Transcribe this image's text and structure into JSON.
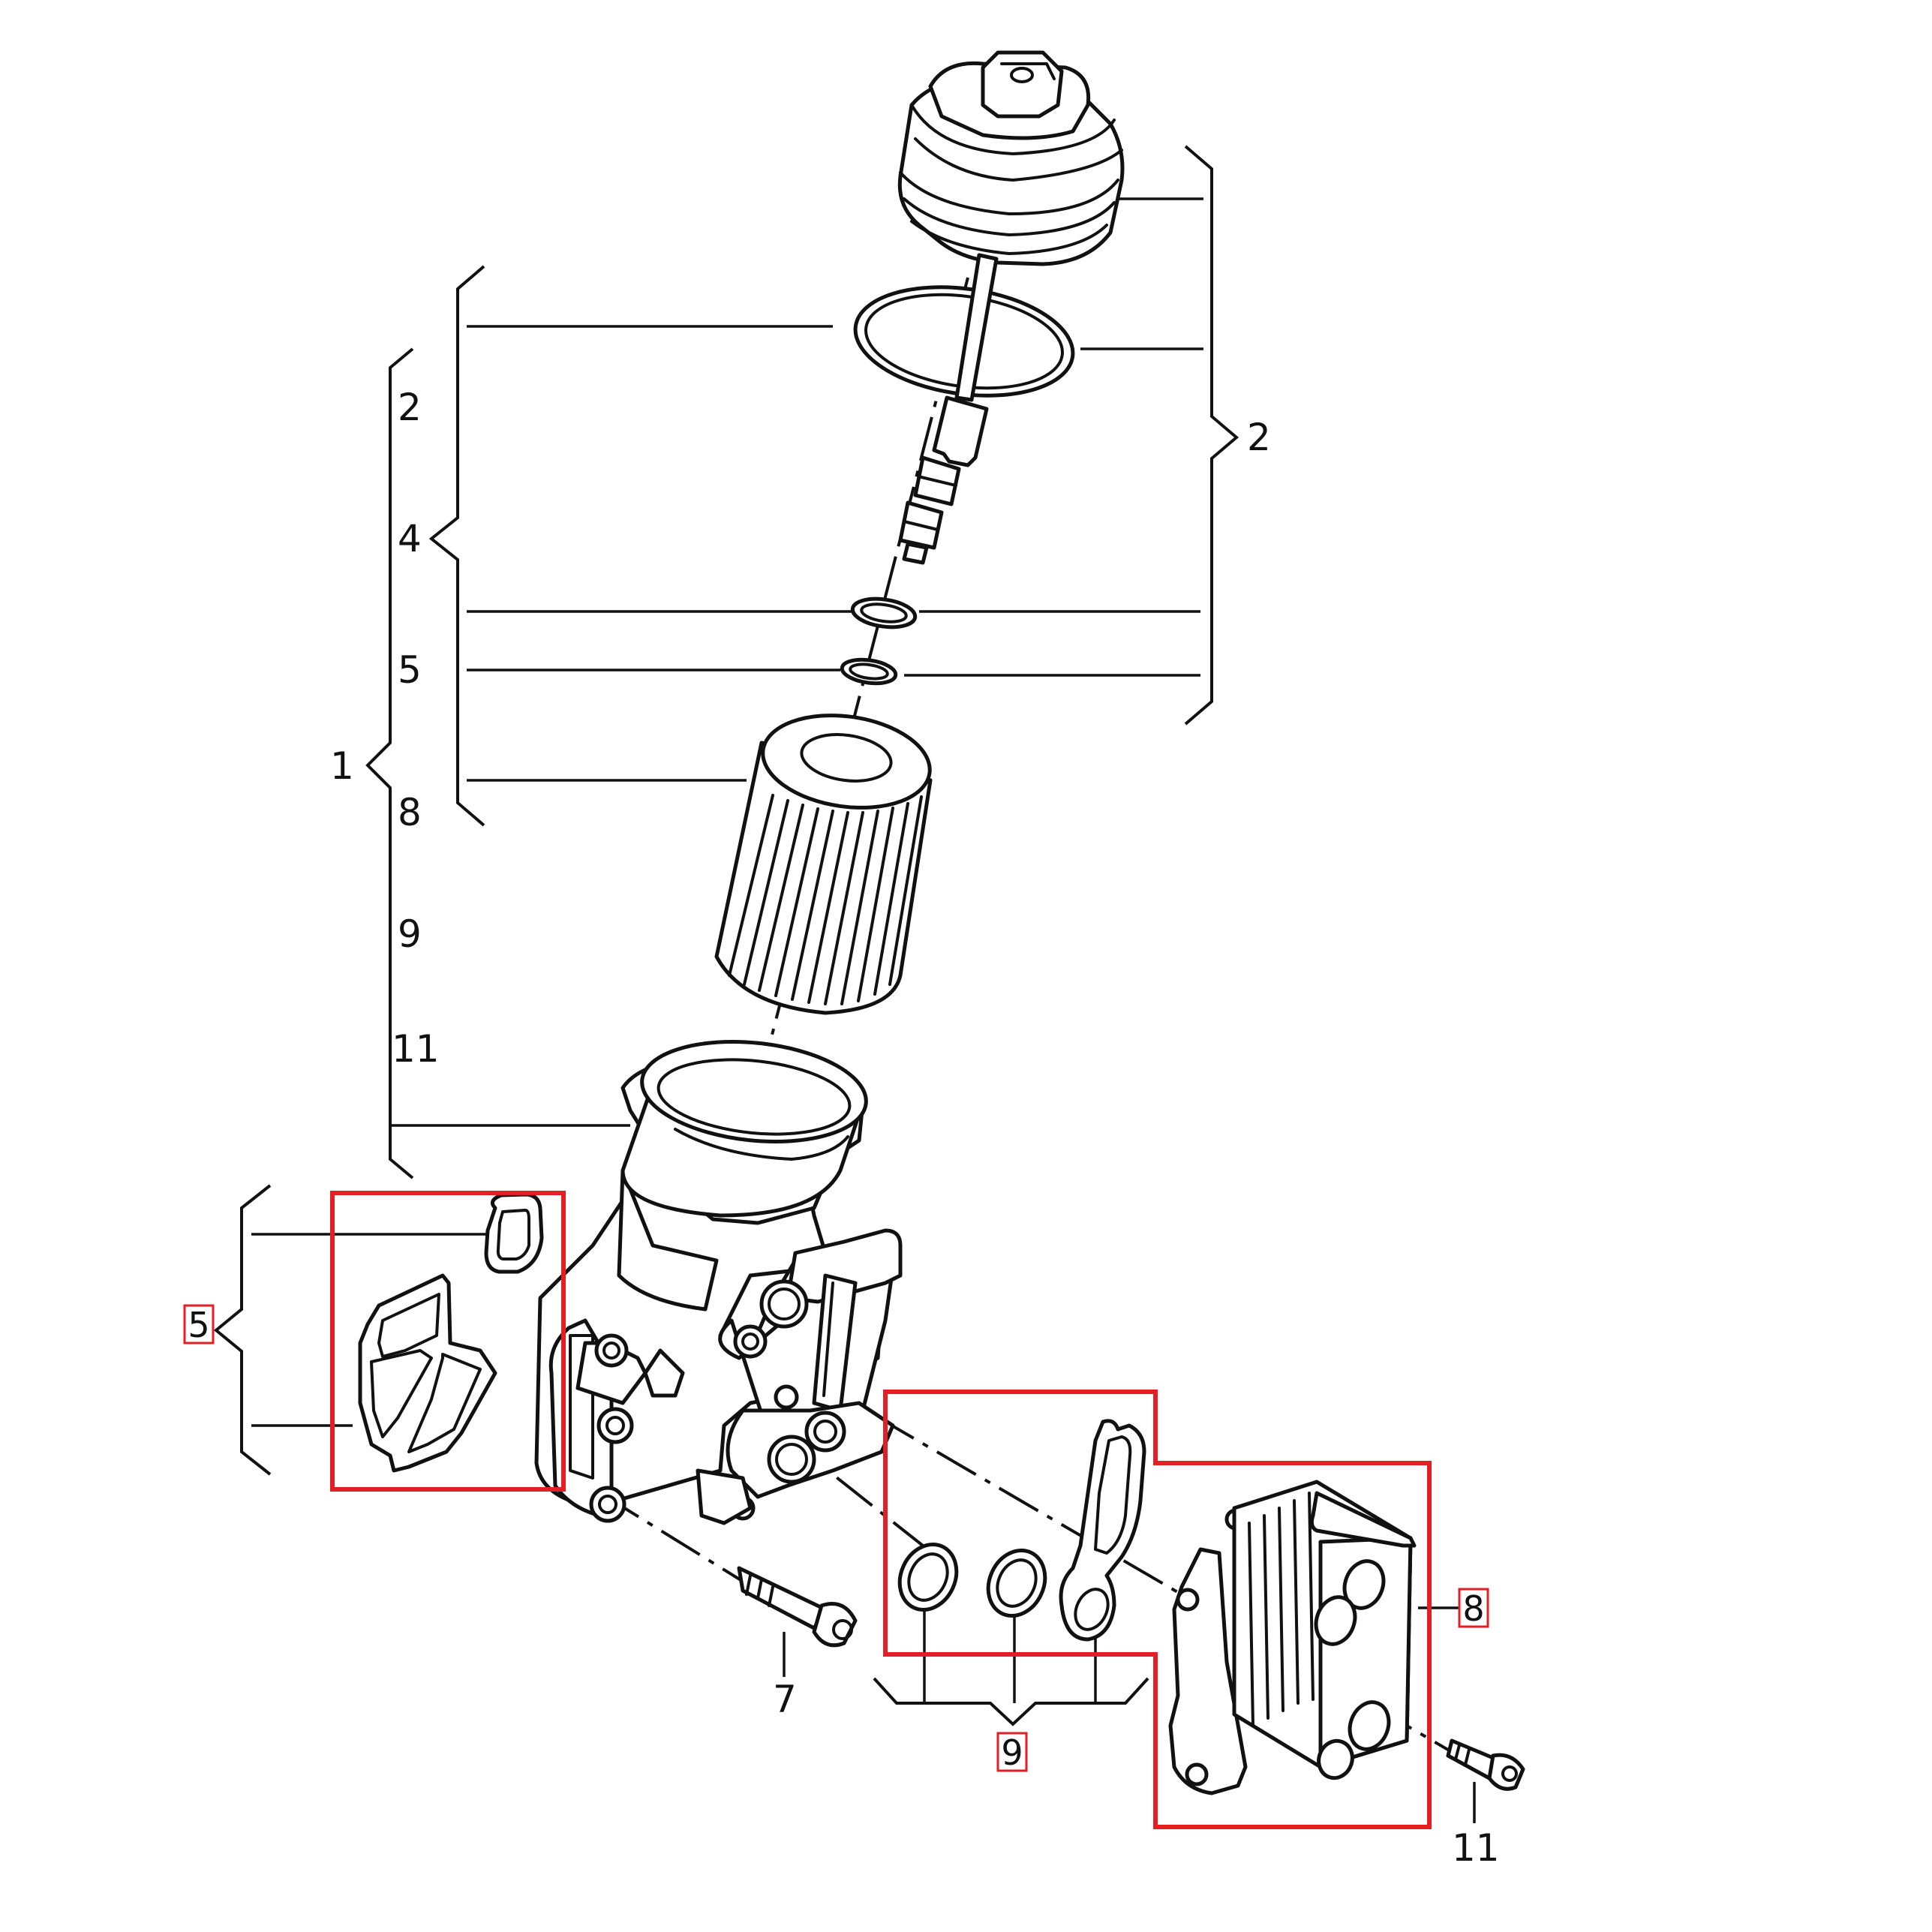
{
  "diagram": {
    "colors": {
      "line": "#111111",
      "highlight": "#e31e24",
      "background": "#ffffff"
    },
    "labels": {
      "group_1": "1",
      "group_1_list": [
        "2",
        "4",
        "5",
        "8",
        "9",
        "11"
      ],
      "group_4": "4",
      "group_2": "2",
      "group_5_highlighted": "5",
      "part_7": "7",
      "part_8_highlighted": "8",
      "part_9_highlighted": "9",
      "part_11": "11"
    },
    "parts": [
      "filter-housing-cap",
      "cap-o-ring",
      "dipstick-pin",
      "small-seal-upper",
      "small-seal-lower",
      "oil-filter-element",
      "oil-filter-housing",
      "housing-gasket-set",
      "mounting-bolt",
      "cooler-seals",
      "oil-cooler",
      "cooler-bolt"
    ]
  }
}
